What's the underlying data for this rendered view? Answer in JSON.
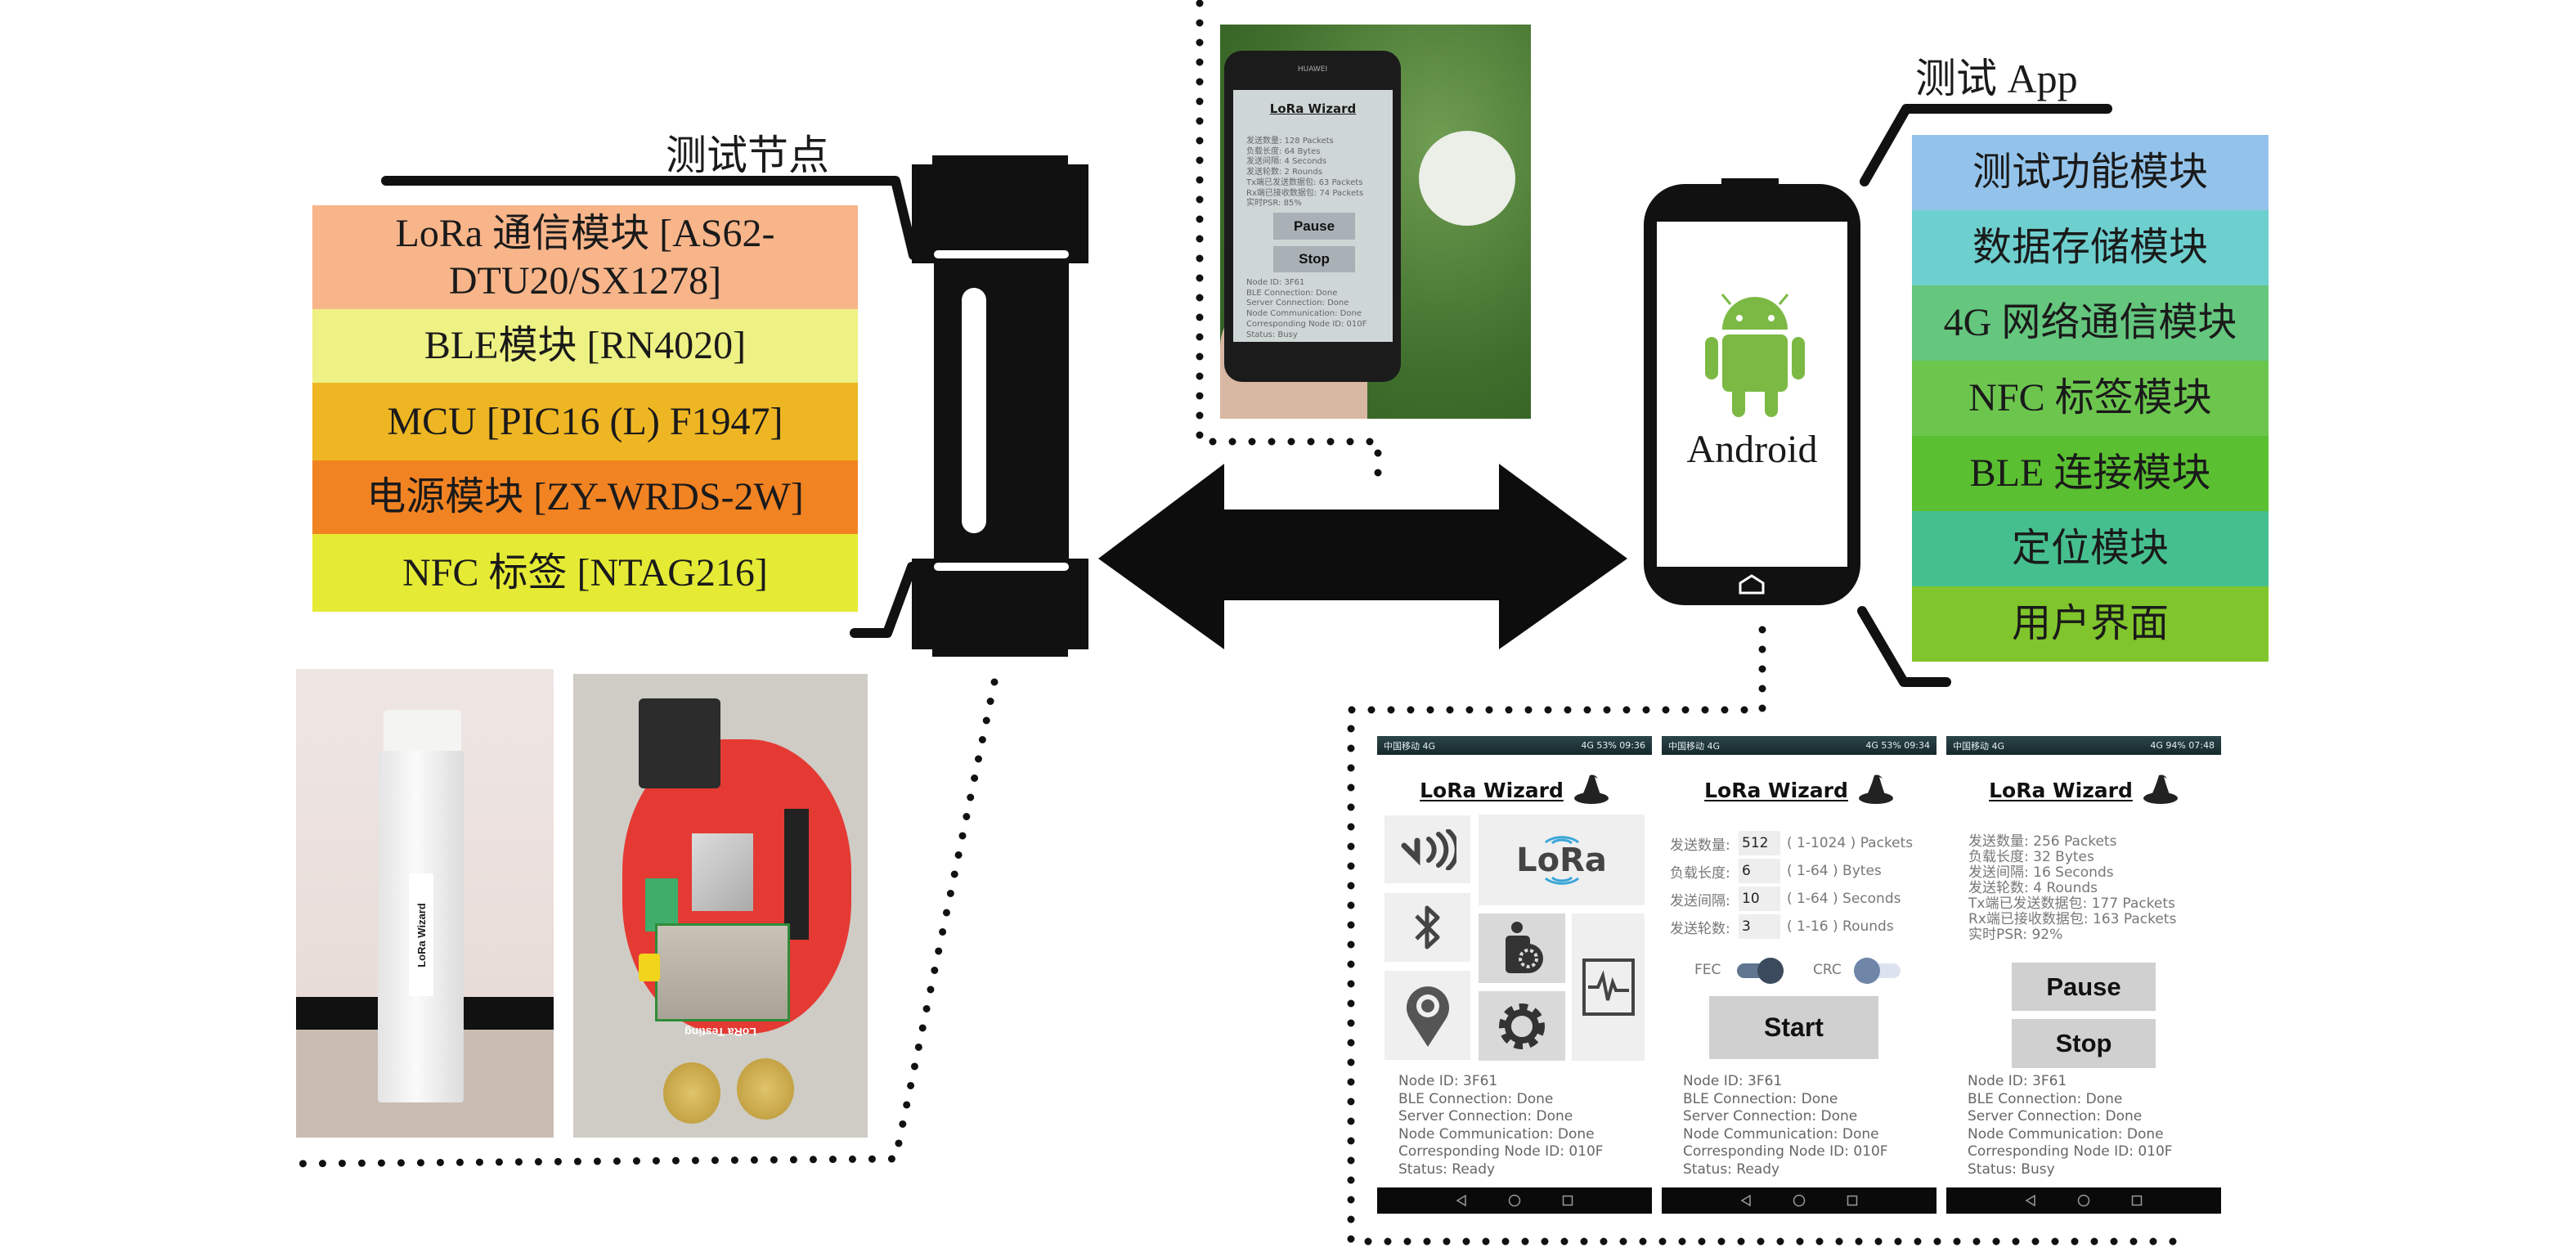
{
  "node": {
    "title": "测试节点",
    "modules": [
      {
        "label": "LoRa 通信模块 [AS62-DTU20/SX1278]",
        "color": "#F8B58A"
      },
      {
        "label": "BLE模块 [RN4020]",
        "color": "#EEF183"
      },
      {
        "label": "MCU [PIC16 (L) F1947]",
        "color": "#EEB623"
      },
      {
        "label": "电源模块 [ZY-WRDS-2W]",
        "color": "#F28323"
      },
      {
        "label": "NFC 标签 [NTAG216]",
        "color": "#E5EB34"
      }
    ]
  },
  "app": {
    "title": "测试 App",
    "os_label": "Android",
    "android_color": "#7CB944",
    "modules": [
      {
        "label": "测试功能模块",
        "color": "#93C3EA"
      },
      {
        "label": "数据存储模块",
        "color": "#6ECFCF"
      },
      {
        "label": "4G 网络通信模块",
        "color": "#65C67E"
      },
      {
        "label": "NFC 标签模块",
        "color": "#6CC64E"
      },
      {
        "label": "BLE 连接模块",
        "color": "#5ABF31"
      },
      {
        "label": "定位模块",
        "color": "#46BF8F"
      },
      {
        "label": "用户界面",
        "color": "#80C52B"
      }
    ]
  },
  "field_photo": {
    "brand": "HUAWEI",
    "app_title": "LoRa Wizard",
    "stats": [
      "发送数量: 128 Packets",
      "负载长度: 64 Bytes",
      "发送间隔: 4 Seconds",
      "发送轮数: 2 Rounds",
      "Tx端已发送数据包: 63 Packets",
      "Rx端已接收数据包: 74 Packets",
      "实时PSR: 85%"
    ],
    "pause_label": "Pause",
    "stop_label": "Stop",
    "info": [
      "Node ID: 3F61",
      "BLE Connection: Done",
      "Server Connection: Done",
      "Node Communication: Done",
      "Corresponding Node ID: 010F",
      "Status: Busy"
    ]
  },
  "hardware_photos": {
    "tube_label": "LoRa Wizard",
    "pcb_label": "LoRa Testing"
  },
  "screens": [
    {
      "status_left": "中国移动 4G",
      "status_right": "4G 53% 09:36",
      "app_title": "LoRa Wizard",
      "lora_logo": "LoRa",
      "info": [
        "Node ID: 3F61",
        "BLE Connection: Done",
        "Server Connection: Done",
        "Node Communication: Done",
        "Corresponding Node ID: 010F",
        "Status: Ready"
      ]
    },
    {
      "status_left": "中国移动 4G",
      "status_right": "4G 53% 09:34",
      "app_title": "LoRa Wizard",
      "form": [
        {
          "label": "发送数量:",
          "value": "512",
          "range": "( 1-1024 )  Packets"
        },
        {
          "label": "负载长度:",
          "value": "6",
          "range": "( 1-64 ) Bytes"
        },
        {
          "label": "发送间隔:",
          "value": "10",
          "range": "( 1-64 ) Seconds"
        },
        {
          "label": "发送轮数:",
          "value": "3",
          "range": "( 1-16 ) Rounds"
        }
      ],
      "fec_label": "FEC",
      "fec_on": true,
      "crc_label": "CRC",
      "crc_on": false,
      "start_label": "Start",
      "info": [
        "Node ID: 3F61",
        "BLE Connection: Done",
        "Server Connection: Done",
        "Node Communication: Done",
        "Corresponding Node ID: 010F",
        "Status: Ready"
      ]
    },
    {
      "status_left": "中国移动 4G",
      "status_right": "4G 94% 07:48",
      "app_title": "LoRa Wizard",
      "stats": [
        "发送数量: 256 Packets",
        "负载长度: 32 Bytes",
        "发送间隔: 16 Seconds",
        "发送轮数: 4 Rounds",
        "Tx端已发送数据包: 177 Packets",
        "Rx端已接收数据包: 163 Packets",
        "实时PSR: 92%"
      ],
      "pause_label": "Pause",
      "stop_label": "Stop",
      "info": [
        "Node ID: 3F61",
        "BLE Connection: Done",
        "Server Connection: Done",
        "Node Communication: Done",
        "Corresponding Node ID: 010F",
        "Status: Busy"
      ]
    }
  ]
}
